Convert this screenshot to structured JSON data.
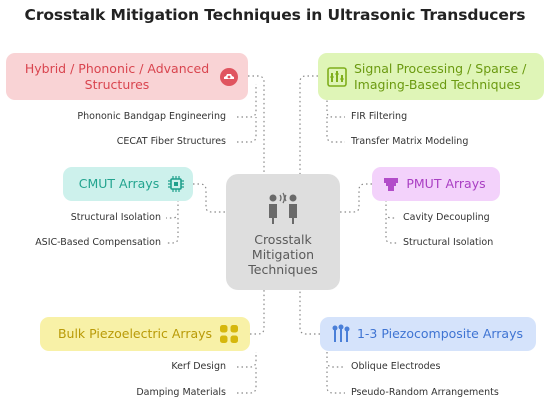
{
  "title": "Crosstalk Mitigation Techniques in Ultrasonic Transducers",
  "center": {
    "lines": [
      "Crosstalk",
      "Mitigation",
      "Techniques"
    ],
    "icon": "people-talking-icon"
  },
  "colors": {
    "hybrid": "#f9d3d5",
    "signal": "#dff5b7",
    "cmut": "#cdf1ec",
    "pmut": "#f3d2fb",
    "bulk": "#f8f1a7",
    "piezocomposite": "#d5e3fb",
    "center": "#dedede",
    "connector": "#888888"
  },
  "categories": {
    "hybrid": {
      "label_lines": [
        "Hybrid / Phononic / Advanced",
        "Structures"
      ],
      "icon": "gear-icon",
      "items": [
        "Phononic Bandgap Engineering",
        "CECAT Fiber Structures"
      ]
    },
    "signal": {
      "label_lines": [
        "Signal Processing / Sparse /",
        "Imaging-Based Techniques"
      ],
      "icon": "equalizer-icon",
      "items": [
        "FIR Filtering",
        "Transfer Matrix Modeling"
      ]
    },
    "cmut": {
      "label": "CMUT Arrays",
      "icon": "chip-icon",
      "items": [
        "Structural Isolation",
        "ASIC-Based Compensation"
      ]
    },
    "pmut": {
      "label": "PMUT Arrays",
      "icon": "piston-icon",
      "items": [
        "Cavity Decoupling",
        "Structural Isolation"
      ]
    },
    "bulk": {
      "label": "Bulk Piezoelectric Arrays",
      "icon": "grid-dots-icon",
      "items": [
        "Kerf Design",
        "Damping Materials"
      ]
    },
    "piezocomposite": {
      "label": "1-3 Piezocomposite Arrays",
      "icon": "pillars-icon",
      "items": [
        "Oblique Electrodes",
        "Pseudo-Random Arrangements"
      ]
    }
  }
}
